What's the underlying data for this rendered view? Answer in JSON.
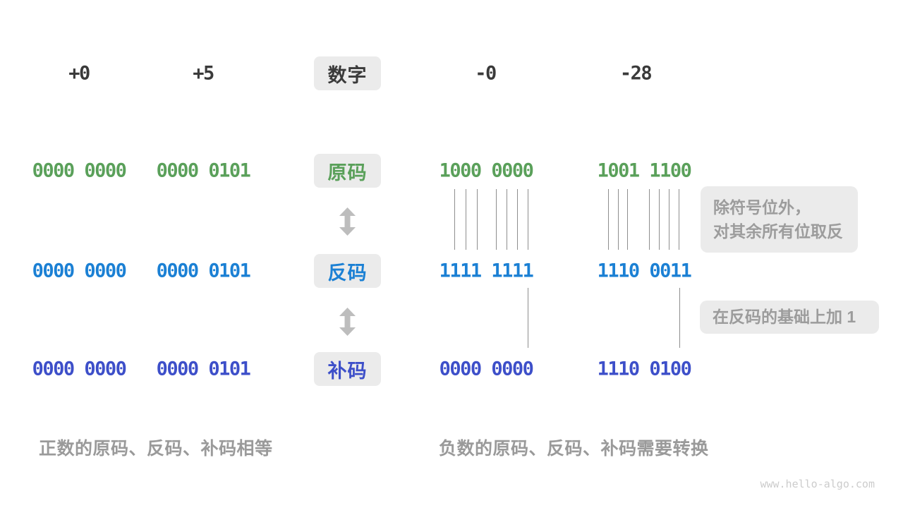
{
  "header": {
    "label": "数字",
    "values": [
      "+0",
      "+5",
      "-0",
      "-28"
    ]
  },
  "rows": [
    {
      "label": "原码",
      "values": [
        "0000 0000",
        "0000 0101",
        "1000 0000",
        "1001 1100"
      ]
    },
    {
      "label": "反码",
      "values": [
        "0000 0000",
        "0000 0101",
        "1111 1111",
        "1110 0011"
      ]
    },
    {
      "label": "补码",
      "values": [
        "0000 0000",
        "0000 0101",
        "0000 0000",
        "1110 0100"
      ]
    }
  ],
  "annotations": {
    "invert": {
      "line1": "除符号位外，",
      "line2": "对其余所有位取反"
    },
    "add_one": "在反码的基础上加 1"
  },
  "captions": {
    "positive": "正数的原码、反码、补码相等",
    "negative": "负数的原码、反码、补码需要转换"
  },
  "watermark": "www.hello-algo.com",
  "colors": {
    "sign_magnitude_green": "#5aa05a",
    "ones_complement_blue": "#1b80d4",
    "twos_complement_indigo": "#3d4fc9",
    "number_text": "#3a3a3a",
    "chip_background": "#ebebeb",
    "annotation_text": "#9c9c9c",
    "arrow_gray": "#bdbdbd"
  }
}
